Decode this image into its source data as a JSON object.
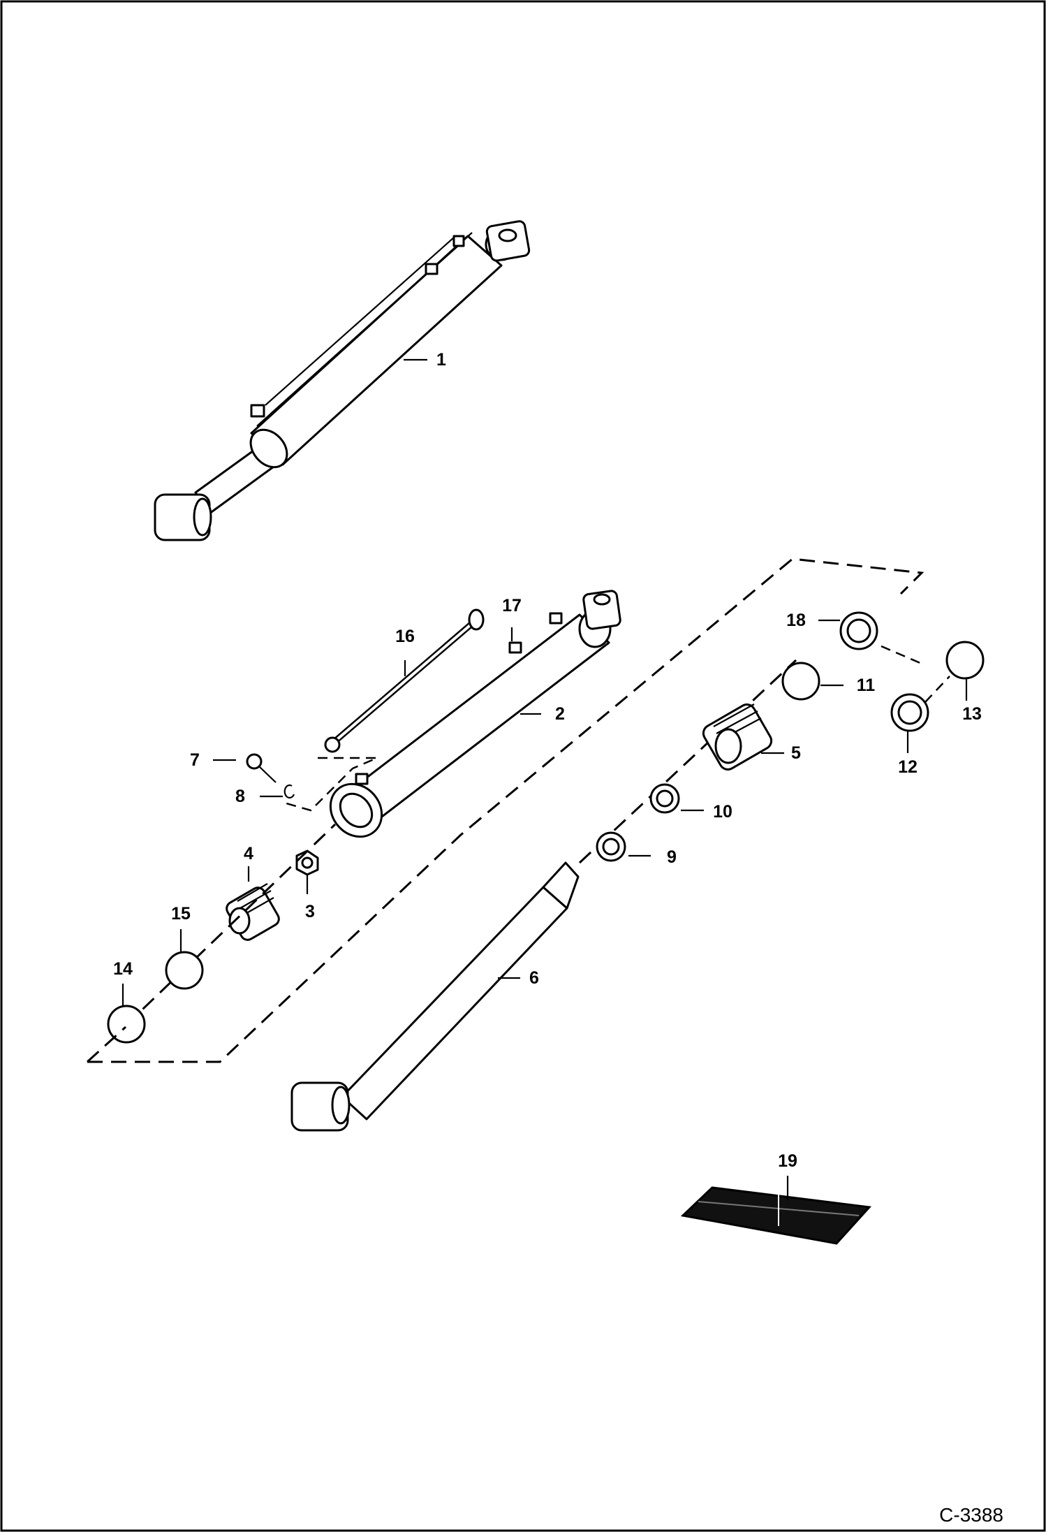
{
  "drawing_code": "C-3388",
  "callouts": [
    "1",
    "2",
    "3",
    "4",
    "5",
    "6",
    "7",
    "8",
    "9",
    "10",
    "11",
    "12",
    "13",
    "14",
    "15",
    "16",
    "17",
    "18",
    "19"
  ]
}
